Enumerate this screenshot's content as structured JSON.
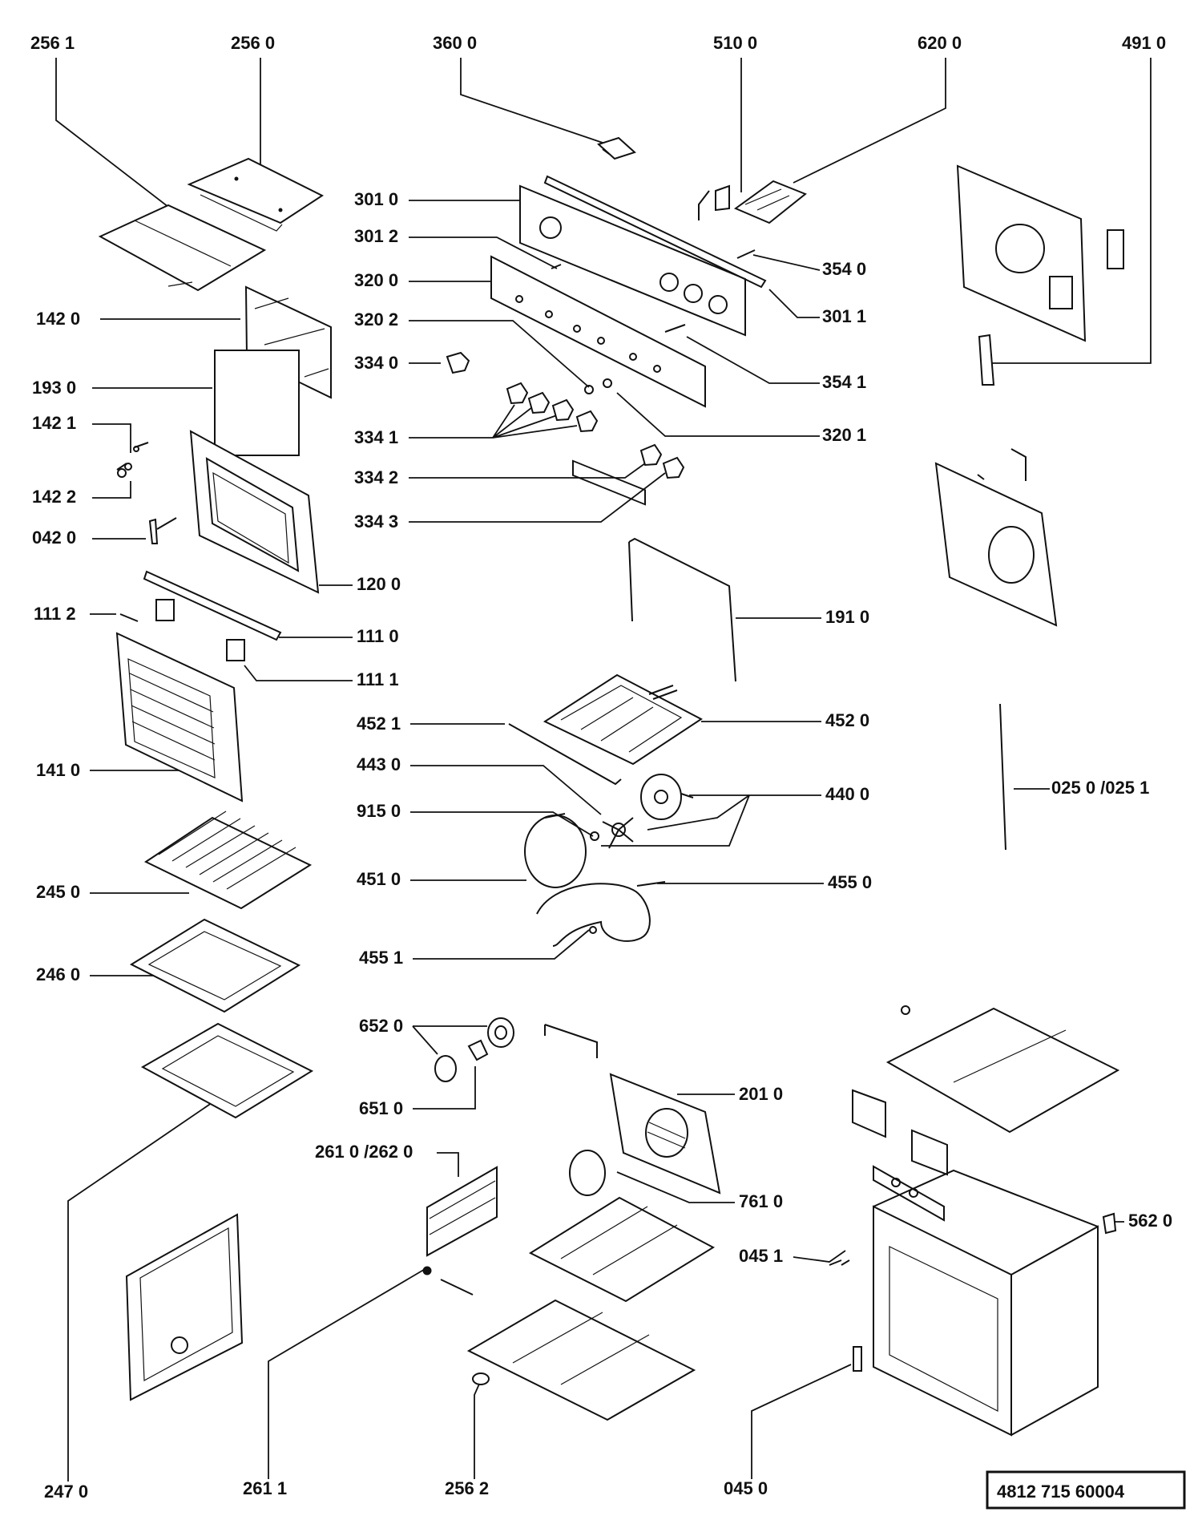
{
  "callouts": {
    "c2561": "256 1",
    "c2560": "256  0",
    "c3600": "360 0",
    "c5100": "510 0",
    "c6200": "620 0",
    "c4910": "491 0",
    "c3010": "301 0",
    "c3012": "301 2",
    "c3200": "320 0",
    "c3202": "320 2",
    "c3540": "354 0",
    "c3011": "301 1",
    "c3541": "354 1",
    "c3201": "320 1",
    "c1420": "142  0",
    "c1930": "193  0",
    "c1421": "142 1",
    "c1422": "142 2",
    "c0420": "042 0",
    "c3340": "334 0",
    "c3341": "334 1",
    "c3342": "334 2",
    "c3343": "334 3",
    "c1200": "120 0",
    "c1112": "111 2",
    "c1110": "111 0",
    "c1111": "111 1",
    "c1910": "191  0",
    "c4521": "452 1",
    "c4520": "452 0",
    "c1410": "141 0",
    "c4430": "443 0",
    "c4400": "440 0",
    "c9150": "915  0",
    "c0250": "025  0 /025 1",
    "c2450": "245 0",
    "c4510": "451 0",
    "c4550": "455  0",
    "c2460": "246 0",
    "c4551": "455 1",
    "c6520": "652 0",
    "c6510": "651 0",
    "c2010": "201 0",
    "c2610": "261 0 /262  0",
    "c7610": "761 0",
    "c5620": "562 0",
    "c0451": "045 1",
    "c2470": "247 0",
    "c2611": "261 1",
    "c2562": "256  2",
    "c0450": "045  0"
  },
  "document_number": "4812  715   60004"
}
